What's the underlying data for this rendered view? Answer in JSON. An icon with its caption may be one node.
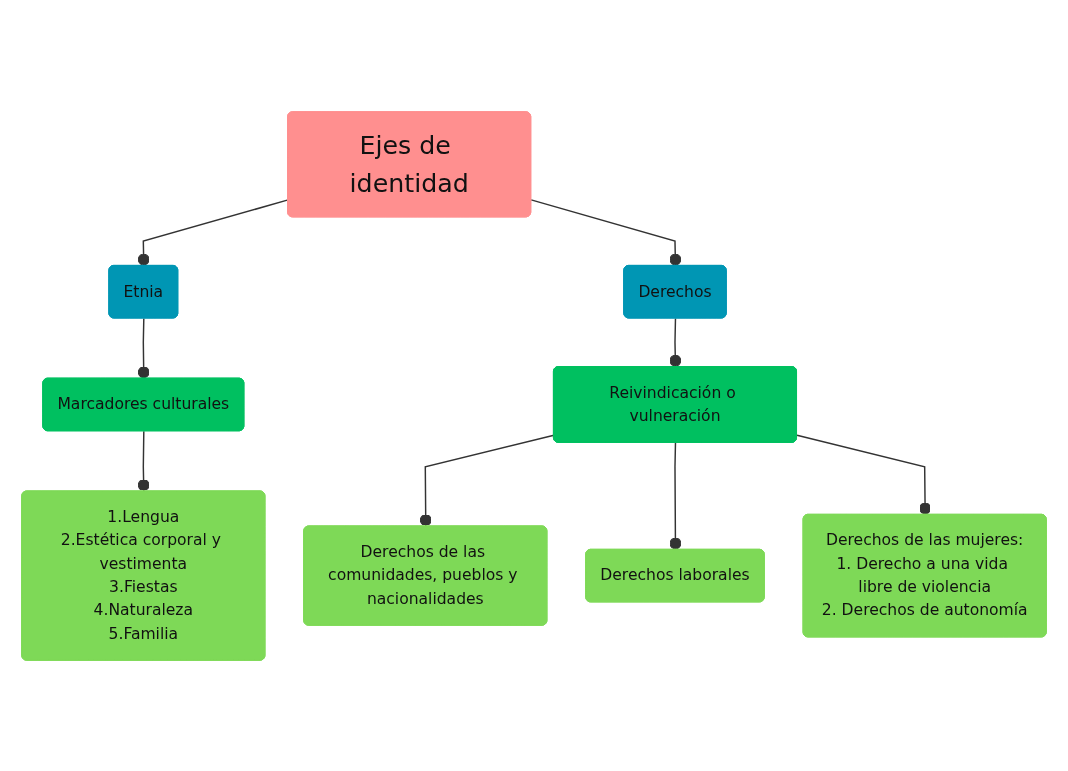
{
  "diagram": {
    "nodes": [
      {
        "text": [
          "Ejes de identidad"
        ]
      },
      {
        "text": [
          "Etnia"
        ]
      },
      {
        "text": [
          "Derechos"
        ]
      },
      {
        "text": [
          "Marcadores culturales"
        ]
      },
      {
        "text": [
          "1.Lengua",
          "2.Estética corporal y vestimenta",
          "3.Fiestas",
          "4.Naturaleza",
          "5.Familia"
        ]
      },
      {
        "text": [
          "Reivindicación o vulneración"
        ]
      },
      {
        "text": [
          "Derechos de las comunidades, pueblos y nacionalidades"
        ]
      },
      {
        "text": [
          "Derechos laborales"
        ]
      },
      {
        "text": [
          "Derechos de las mujeres:",
          "1. Derecho a una vida libre de violencia",
          "2. Derechos de autonomía"
        ]
      }
    ],
    "edges": [
      {
        "from": 0,
        "to": 1,
        "arrow": "other"
      },
      {
        "from": 0,
        "to": 2,
        "arrow": "other"
      },
      {
        "from": 1,
        "to": 3,
        "arrow": "other"
      },
      {
        "from": 3,
        "to": 4,
        "arrow": "other"
      },
      {
        "from": 2,
        "to": 5,
        "arrow": "other"
      },
      {
        "from": 5,
        "to": 6,
        "arrow": "other"
      },
      {
        "from": 5,
        "to": 7,
        "arrow": "other"
      },
      {
        "from": 5,
        "to": 8,
        "arrow": "other"
      }
    ]
  }
}
